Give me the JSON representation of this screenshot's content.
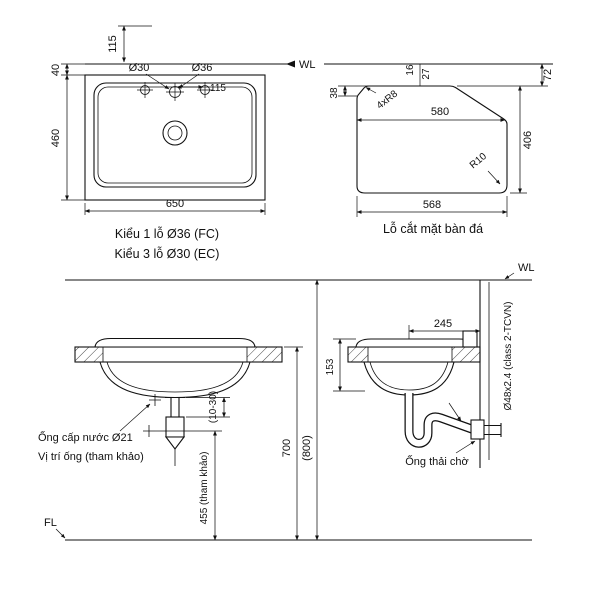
{
  "meta": {
    "background": "#ffffff",
    "line_color": "#111111",
    "drawing_type": "lavatory installation drawing"
  },
  "plan": {
    "wl": "WL",
    "d115v": "115",
    "d40": "40",
    "d460": "460",
    "d650": "650",
    "d115h": "115",
    "hole30": "Ø30",
    "hole36": "Ø36",
    "cap1": "Kiểu 1 lỗ Ø36 (FC)",
    "cap2": "Kiểu 3 lỗ Ø30 (EC)"
  },
  "cutout": {
    "d16": "16",
    "d27": "27",
    "d38": "38",
    "r8": "4xR8",
    "d580": "580",
    "d406": "406",
    "r10": "R10",
    "d568": "568",
    "d72": "72",
    "caption": "Lỗ cắt mặt bàn đá"
  },
  "install": {
    "wl": "WL",
    "fl": "FL",
    "d245": "245",
    "d153": "153",
    "pipe": "Ø48x2.4 (class 2-TCVN)",
    "d1030": "(10-30)",
    "supply": "Ống cấp nước Ø21",
    "supply2": "Vị trí ống (tham khảo)",
    "waste": "Ống thải chờ",
    "d455": "455 (tham khảo)",
    "d700": "700",
    "d800": "(800)"
  }
}
